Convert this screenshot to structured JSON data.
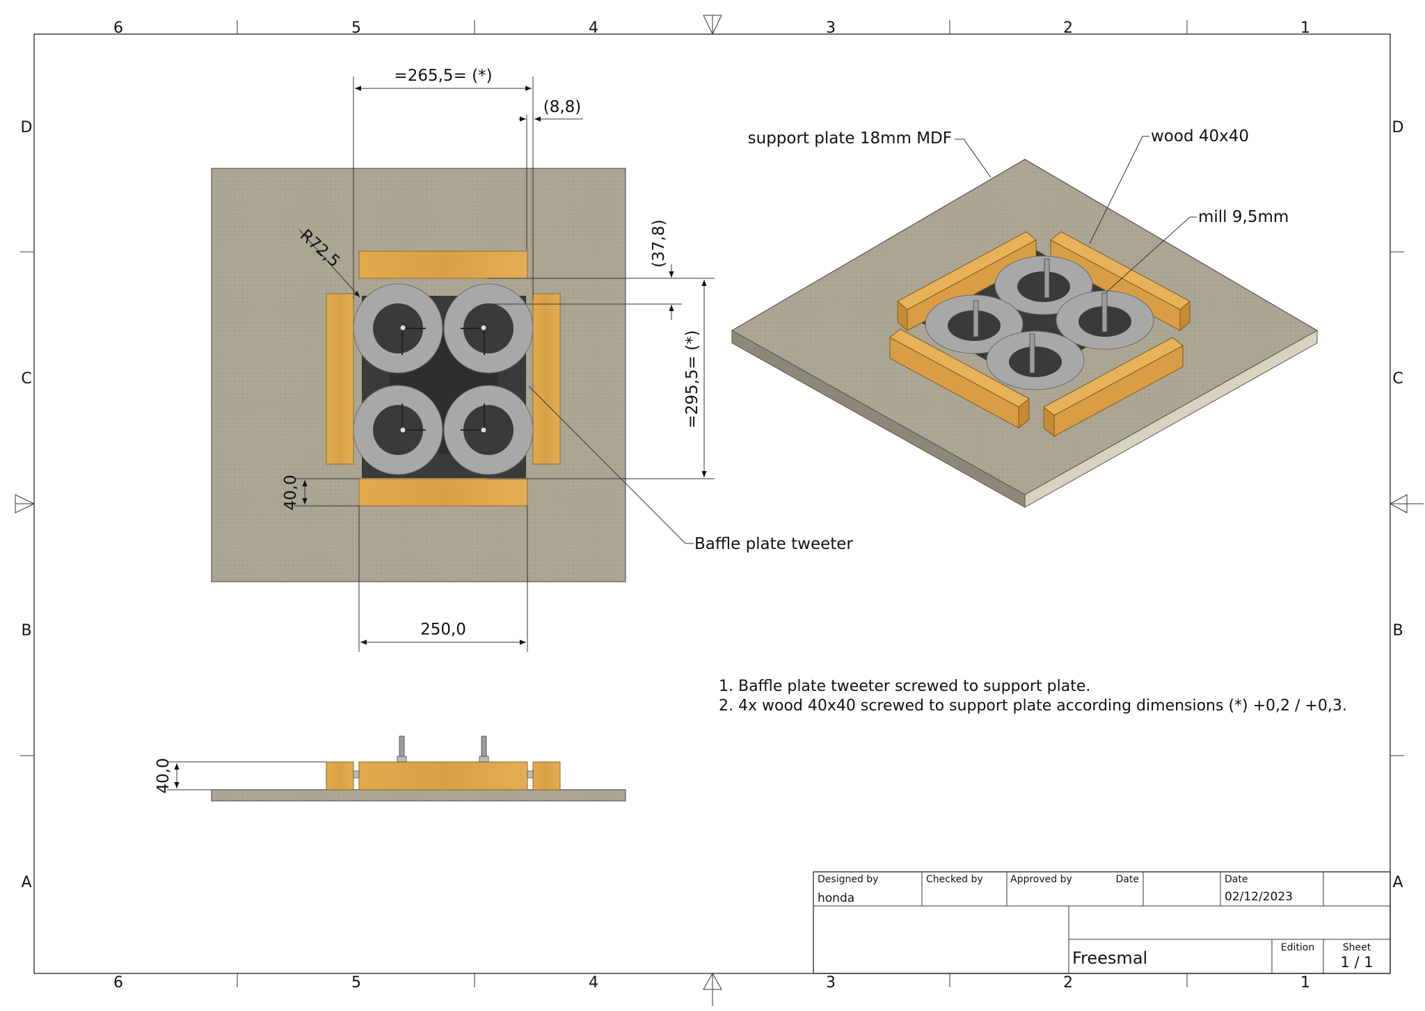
{
  "zones": {
    "columns": [
      "6",
      "5",
      "4",
      "3",
      "2",
      "1"
    ],
    "rows": [
      "D",
      "C",
      "B",
      "A"
    ]
  },
  "dimensions": {
    "top_width": "=265,5= (*)",
    "small_gap": "(8,8)",
    "radius": "R72,5",
    "offset": "(37,8)",
    "height": "=295,5= (*)",
    "wood_thickness": "40,0",
    "bottom_width": "250,0",
    "side_height": "40,0"
  },
  "callouts": {
    "support_plate": "support plate 18mm MDF",
    "wood": "wood 40x40",
    "mill": "mill 9,5mm",
    "baffle": "Baffle plate tweeter"
  },
  "notes": [
    "1. Baffle plate tweeter screwed to support plate.",
    "2. 4x wood 40x40 screwed to support plate according dimensions (*) +0,2 / +0,3."
  ],
  "title_block": {
    "designed_by_label": "Designed by",
    "designed_by": "honda",
    "checked_by_label": "Checked by",
    "approved_by_label": "Approved by",
    "date_label_1": "Date",
    "date_label_2": "Date",
    "date": "02/12/2023",
    "title": "Freesmal",
    "edition_label": "Edition",
    "sheet_label": "Sheet",
    "sheet": "1 / 1"
  },
  "colors": {
    "mdf": "#aaa494",
    "wood": "#dfa548",
    "ring": "#a6a6a6",
    "dark": "#3c3c3c"
  }
}
